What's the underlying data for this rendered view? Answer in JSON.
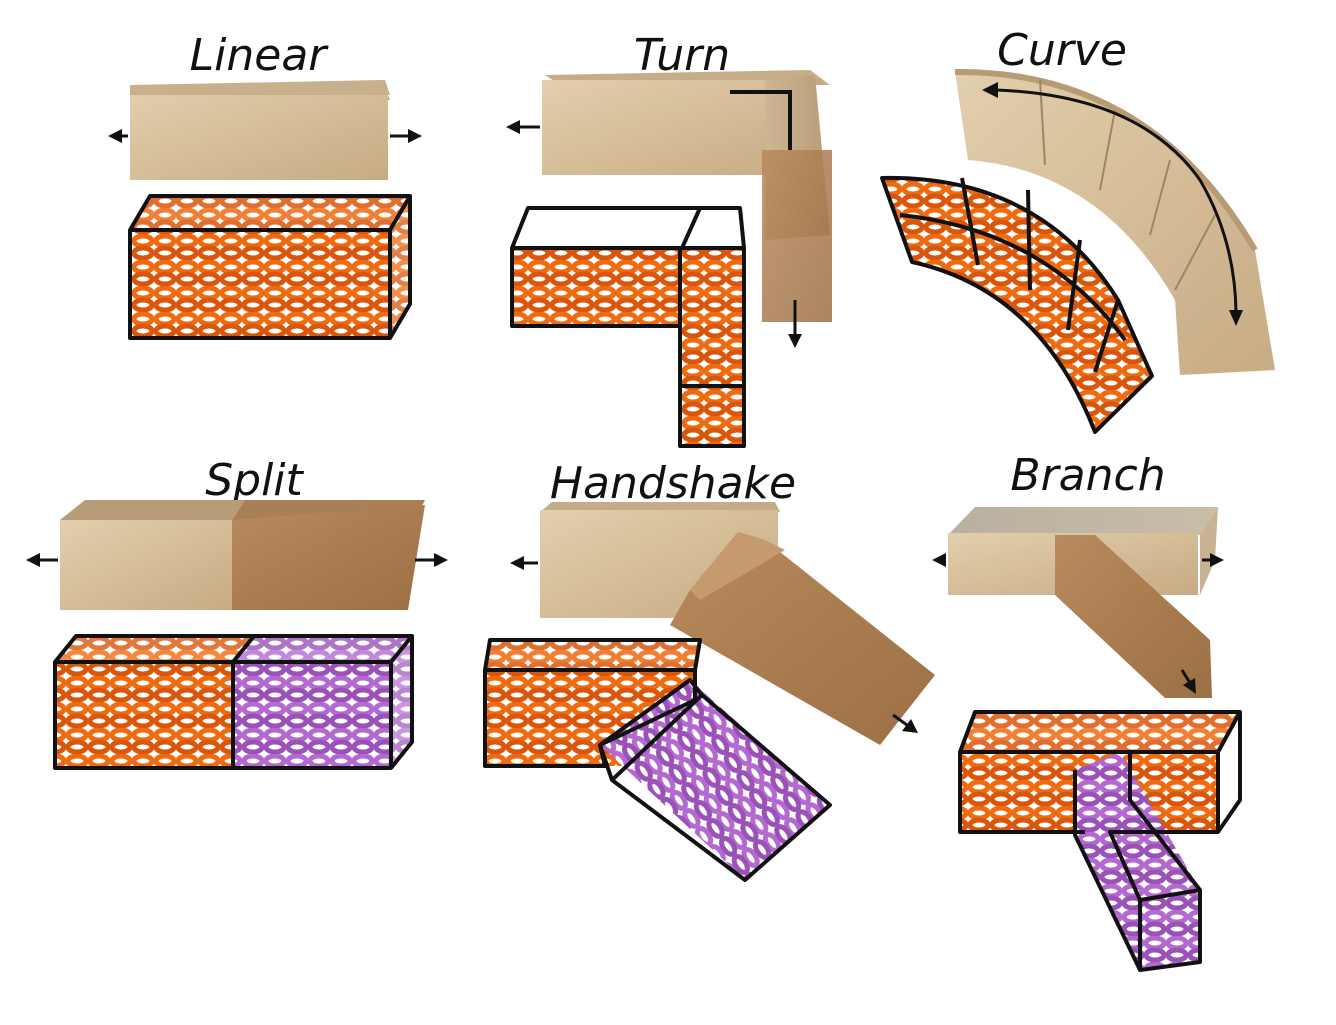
{
  "panels": [
    {
      "id": "linear",
      "title": "Linear"
    },
    {
      "id": "turn",
      "title": "Turn"
    },
    {
      "id": "curve",
      "title": "Curve"
    },
    {
      "id": "split",
      "title": "Split"
    },
    {
      "id": "handshake",
      "title": "Handshake"
    },
    {
      "id": "branch",
      "title": "Branch"
    }
  ],
  "colors": {
    "wood_light": "#d9c4a2",
    "wood_mid": "#c9ad86",
    "wood_dark": "#a57b52",
    "helix_orange": "#f06a10",
    "helix_purple": "#b36ad0",
    "outline": "#111111"
  }
}
